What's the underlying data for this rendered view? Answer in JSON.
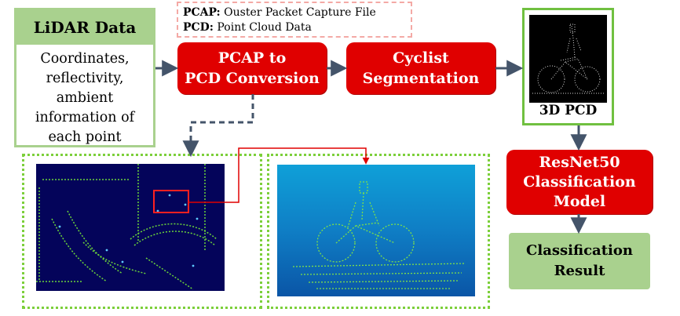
{
  "lidar": {
    "title": "LiDAR Data",
    "lines": [
      "Coordinates,",
      "reflectivity,",
      "ambient",
      "information of",
      "each point"
    ]
  },
  "legend": {
    "pcap_term": "PCAP:",
    "pcap_desc": " Ouster Packet Capture File",
    "pcd_term": "PCD:",
    "pcd_desc": " Point Cloud Data"
  },
  "steps": {
    "conversion": [
      "PCAP to",
      "PCD Conversion"
    ],
    "segmentation": [
      "Cyclist",
      "Segmentation"
    ],
    "model": [
      "ResNet50",
      "Classification",
      "Model"
    ],
    "result": [
      "Classification",
      "Result"
    ]
  },
  "pcd_label": "3D PCD",
  "colors": {
    "process_red": "#e00000",
    "light_green": "#a9d18e",
    "border_green": "#70c040",
    "dotted_green": "#7ccf3a",
    "arrow_gray": "#44546a",
    "legend_pink": "#f4a9a5"
  }
}
